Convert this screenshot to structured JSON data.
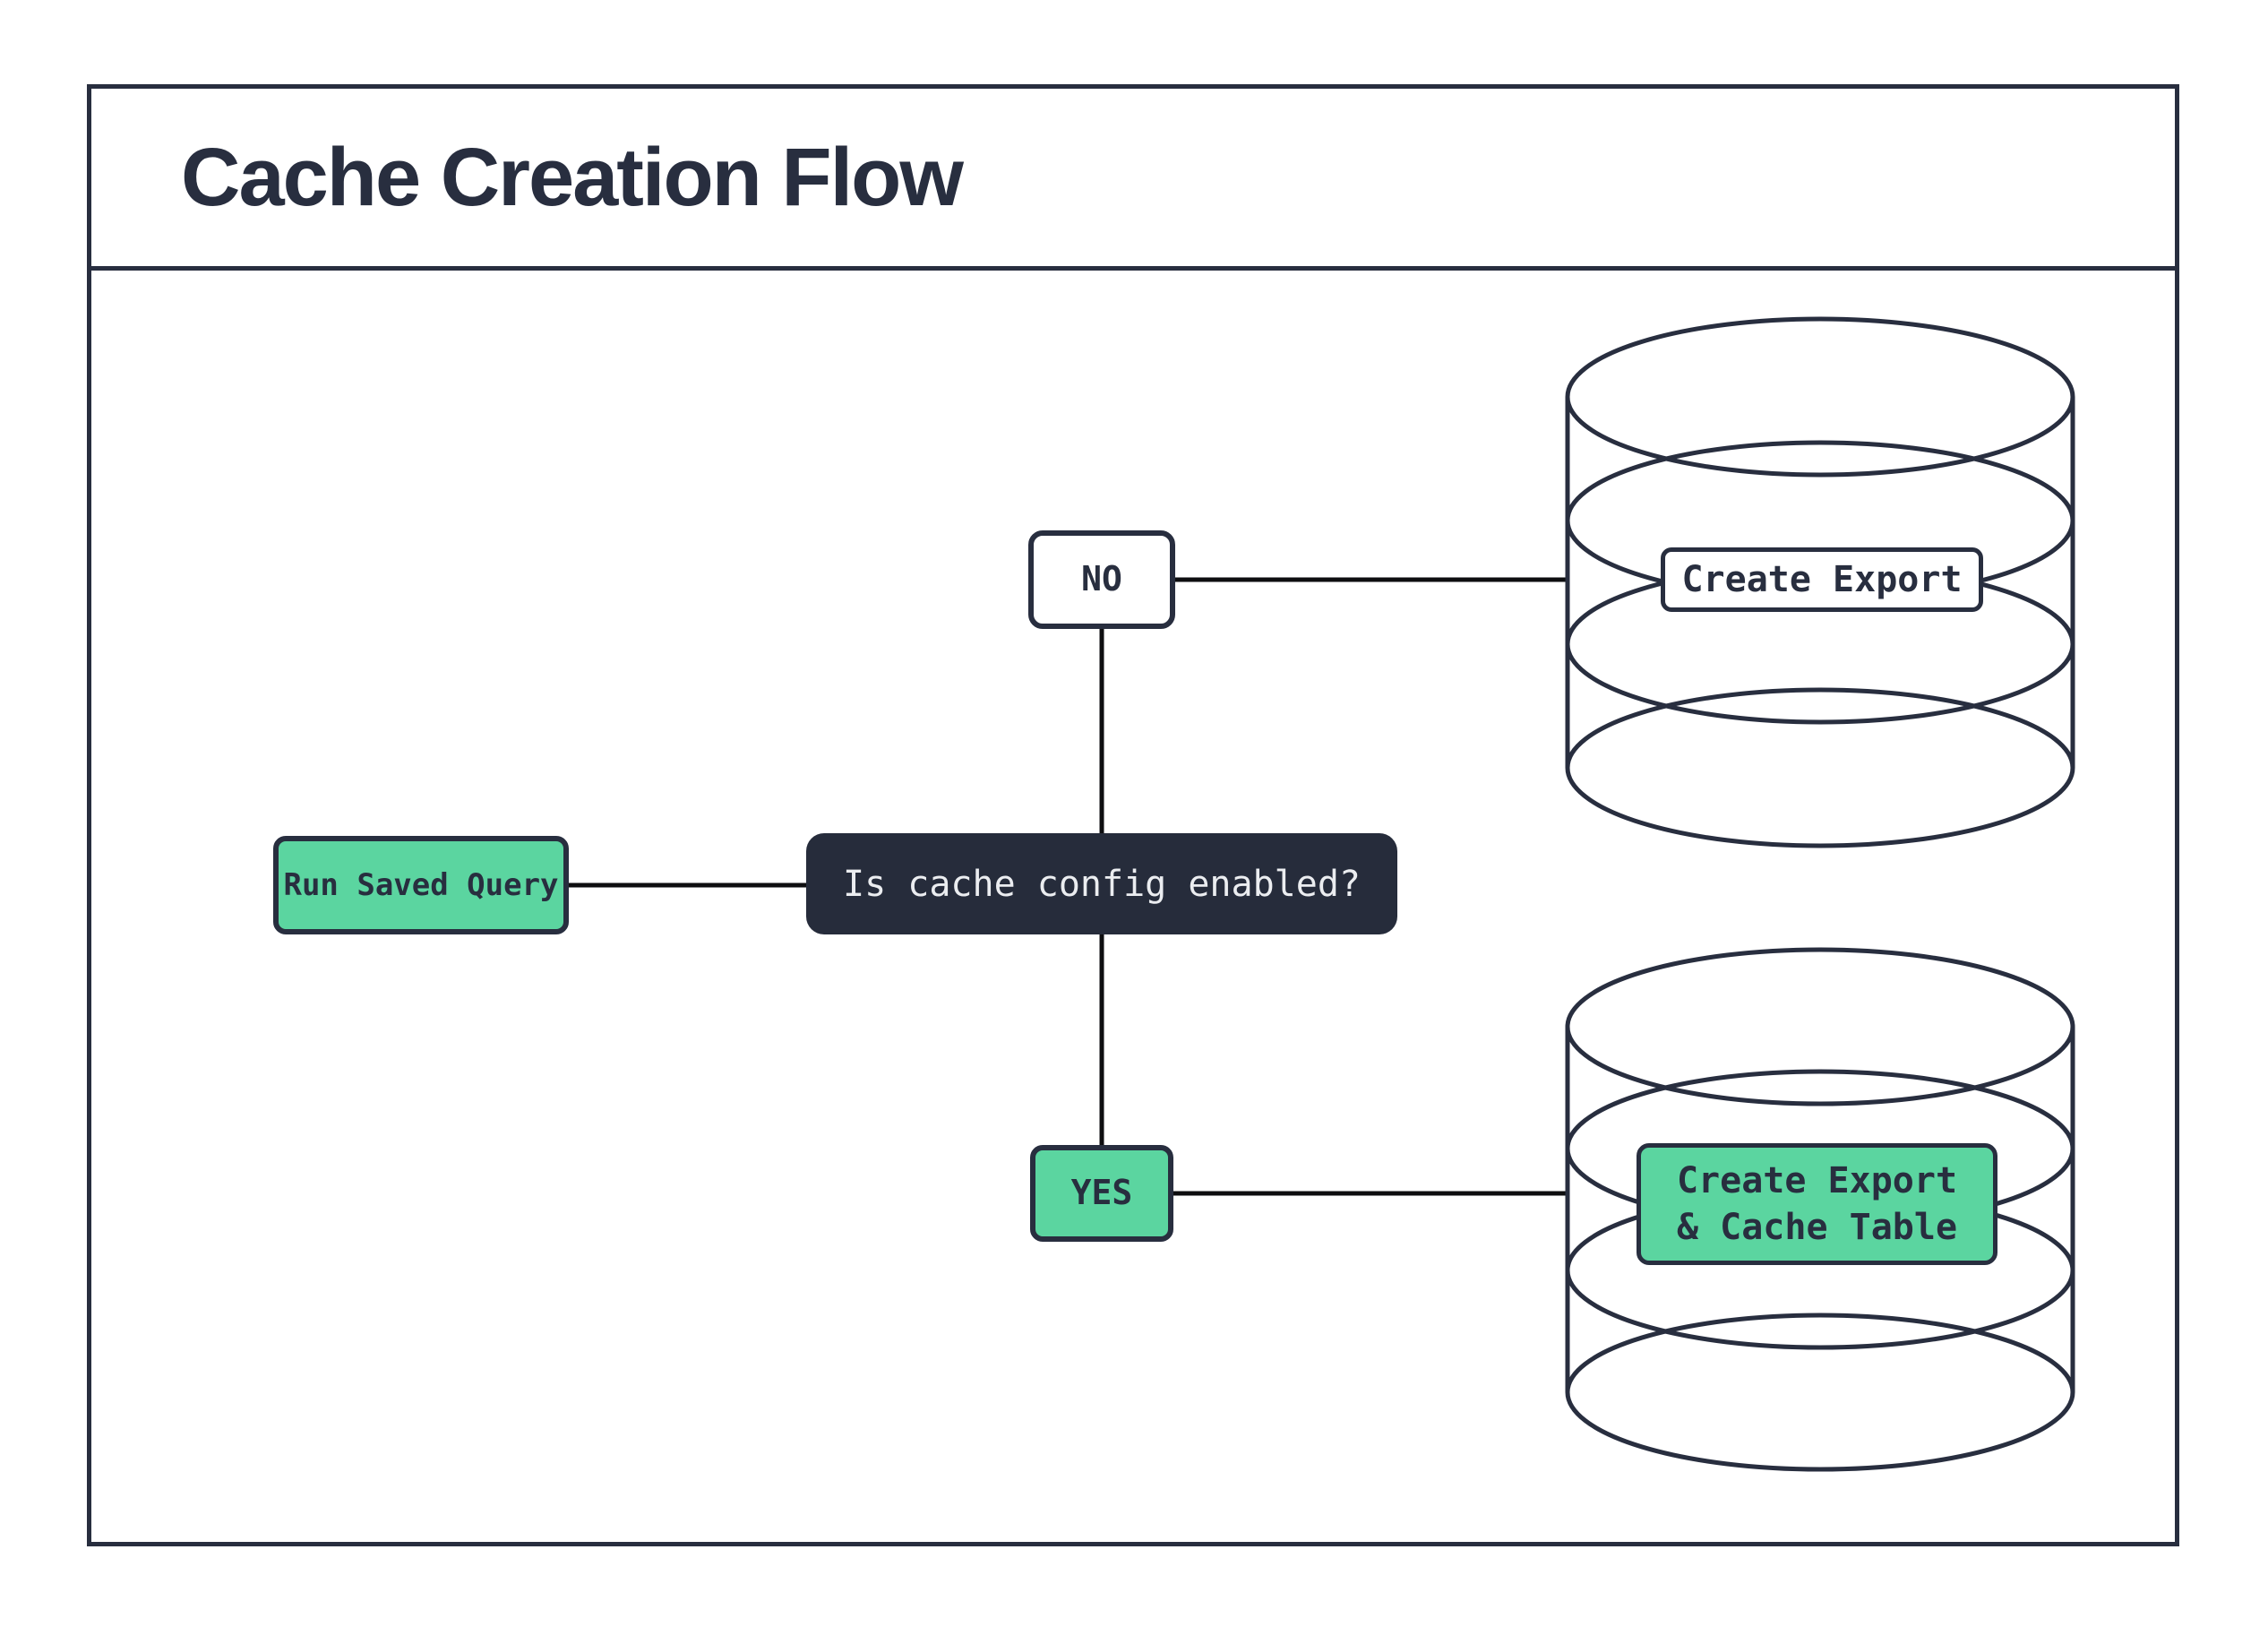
{
  "title": "Cache Creation Flow",
  "colors": {
    "navy": "#282e3f",
    "green": "#5bd5a0",
    "dark_fill": "#262c3b",
    "light_text": "#ebedf0",
    "line": "#0e0e10",
    "white": "#ffffff"
  },
  "nodes": {
    "run_saved_query": {
      "label": "Run Saved Query"
    },
    "question": {
      "label": "Is cache config enabled?"
    },
    "branch_no": {
      "label": "NO"
    },
    "branch_yes": {
      "label": "YES"
    },
    "export_label": {
      "label": "Create Export"
    },
    "export_cache_label": {
      "line1": "Create Export",
      "line2": "& Cache Table"
    }
  },
  "icons": {
    "top": "database-cylinder-icon",
    "bottom": "database-cylinder-icon"
  }
}
